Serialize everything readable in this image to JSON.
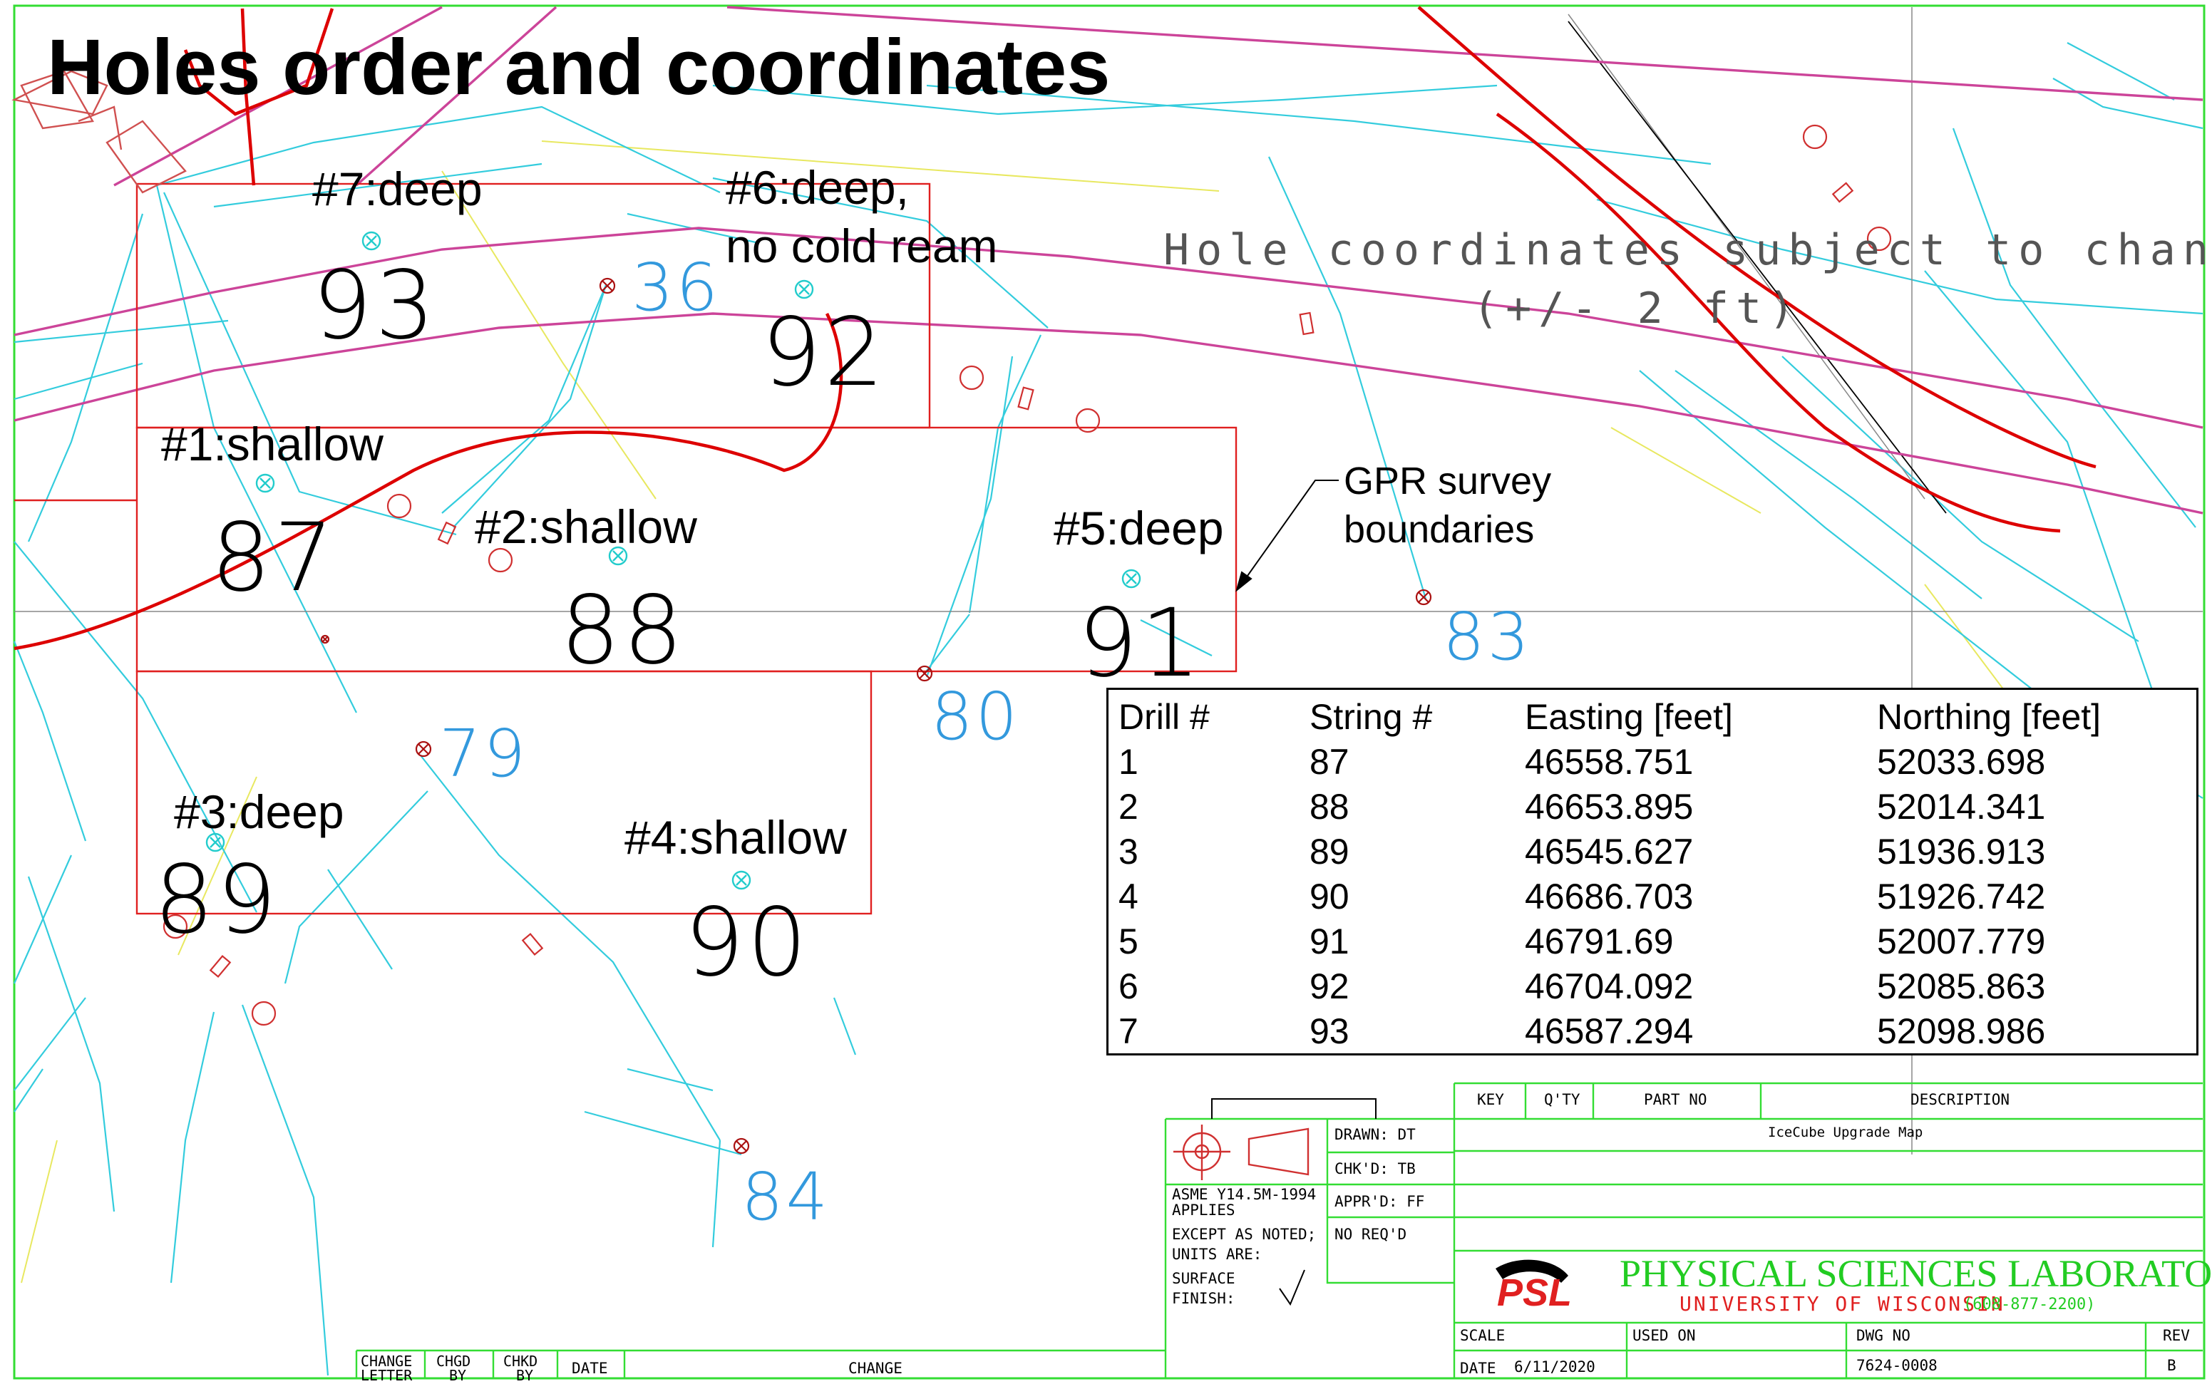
{
  "title": "Holes order and coordinates",
  "notice": [
    "Hole coordinates subject to change",
    "(+/- 2 ft)"
  ],
  "gpr_label": [
    "GPR survey",
    "boundaries"
  ],
  "drill_labels": {
    "d1": "#1:shallow",
    "d2": "#2:shallow",
    "d3": "#3:deep",
    "d4": "#4:shallow",
    "d5": "#5:deep",
    "d6a": "#6:deep,",
    "d6b": "no cold ream",
    "d7": "#7:deep"
  },
  "hole_numbers": {
    "s87": "87",
    "s88": "88",
    "s89": "89",
    "s90": "90",
    "s91": "91",
    "s92": "92",
    "s93": "93",
    "b36": "36",
    "b79": "79",
    "b80": "80",
    "b83": "83",
    "b84": "84"
  },
  "table": {
    "headers": [
      "Drill #",
      "String #",
      "Easting [feet]",
      "Northing [feet]"
    ],
    "rows": [
      [
        "1",
        "87",
        "46558.751",
        "52033.698"
      ],
      [
        "2",
        "88",
        "46653.895",
        "52014.341"
      ],
      [
        "3",
        "89",
        "46545.627",
        "51936.913"
      ],
      [
        "4",
        "90",
        "46686.703",
        "51926.742"
      ],
      [
        "5",
        "91",
        "46791.69",
        "52007.779"
      ],
      [
        "6",
        "92",
        "46704.092",
        "52085.863"
      ],
      [
        "7",
        "93",
        "46587.294",
        "52098.986"
      ]
    ]
  },
  "title_block": {
    "key": "KEY",
    "qty": "Q'TY",
    "part_no": "PART NO",
    "description": "DESCRIPTION",
    "drawn": "DRAWN: DT",
    "chkd": "CHK'D: TB",
    "apprd": "APPR'D: FF",
    "no_reqd": "NO REQ'D",
    "desc_value": "IceCube Upgrade Map",
    "asme_1": "ASME Y14.5M-1994",
    "asme_2": "APPLIES",
    "except_1": "EXCEPT AS NOTED;",
    "except_2": "UNITS ARE:",
    "surface_1": "SURFACE",
    "surface_2": "FINISH:",
    "lab_name": "PHYSICAL SCIENCES LABORATORY",
    "university": "UNIVERSITY OF WISCONSIN",
    "phone": "(608-877-2200)",
    "logo": "PSL",
    "scale": "SCALE",
    "used_on": "USED ON",
    "dwg_no_label": "DWG NO",
    "rev_label": "REV",
    "date_label": "DATE",
    "date_value": "6/11/2020",
    "dwg_no_value": "7624-0008",
    "rev_value": "B",
    "change_letter_1": "CHANGE",
    "change_letter_2": "LETTER",
    "chgd_1": "CHGD",
    "chgd_2": "BY",
    "chkd_1": "CHKD",
    "chkd_2": "BY",
    "change_date": "DATE",
    "change": "CHANGE"
  },
  "colors": {
    "grid_green": "#33dd33",
    "road_pink": "#cc4499",
    "cable_cyan": "#33ccdd",
    "boundary_red": "#e02020",
    "cable_red": "#dd0000",
    "hole_blue": "#3399dd",
    "marker_teal": "#22cccc",
    "trail_yellow": "#e8e860"
  }
}
